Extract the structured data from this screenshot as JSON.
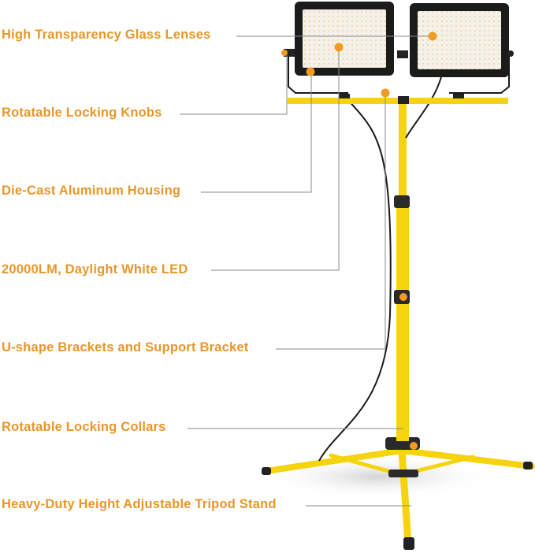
{
  "callouts": [
    {
      "id": "glass",
      "text": "High Transparency Glass Lenses"
    },
    {
      "id": "knobs",
      "text": "Rotatable Locking Knobs"
    },
    {
      "id": "housing",
      "text": "Die-Cast Aluminum Housing"
    },
    {
      "id": "led",
      "text": "20000LM, Daylight White LED"
    },
    {
      "id": "brackets",
      "text": "U-shape Brackets and Support Bracket"
    },
    {
      "id": "collars",
      "text": "Rotatable Locking Collars"
    },
    {
      "id": "tripod",
      "text": "Heavy-Duty Height Adjustable Tripod Stand"
    }
  ],
  "colors": {
    "label": "#e8962a",
    "marker": "#f29a22",
    "stand_yellow": "#f5d30f",
    "light_body": "#1b1b1b",
    "led_panel": "#f4f1ea",
    "leader_line": "#8a8a8a"
  }
}
